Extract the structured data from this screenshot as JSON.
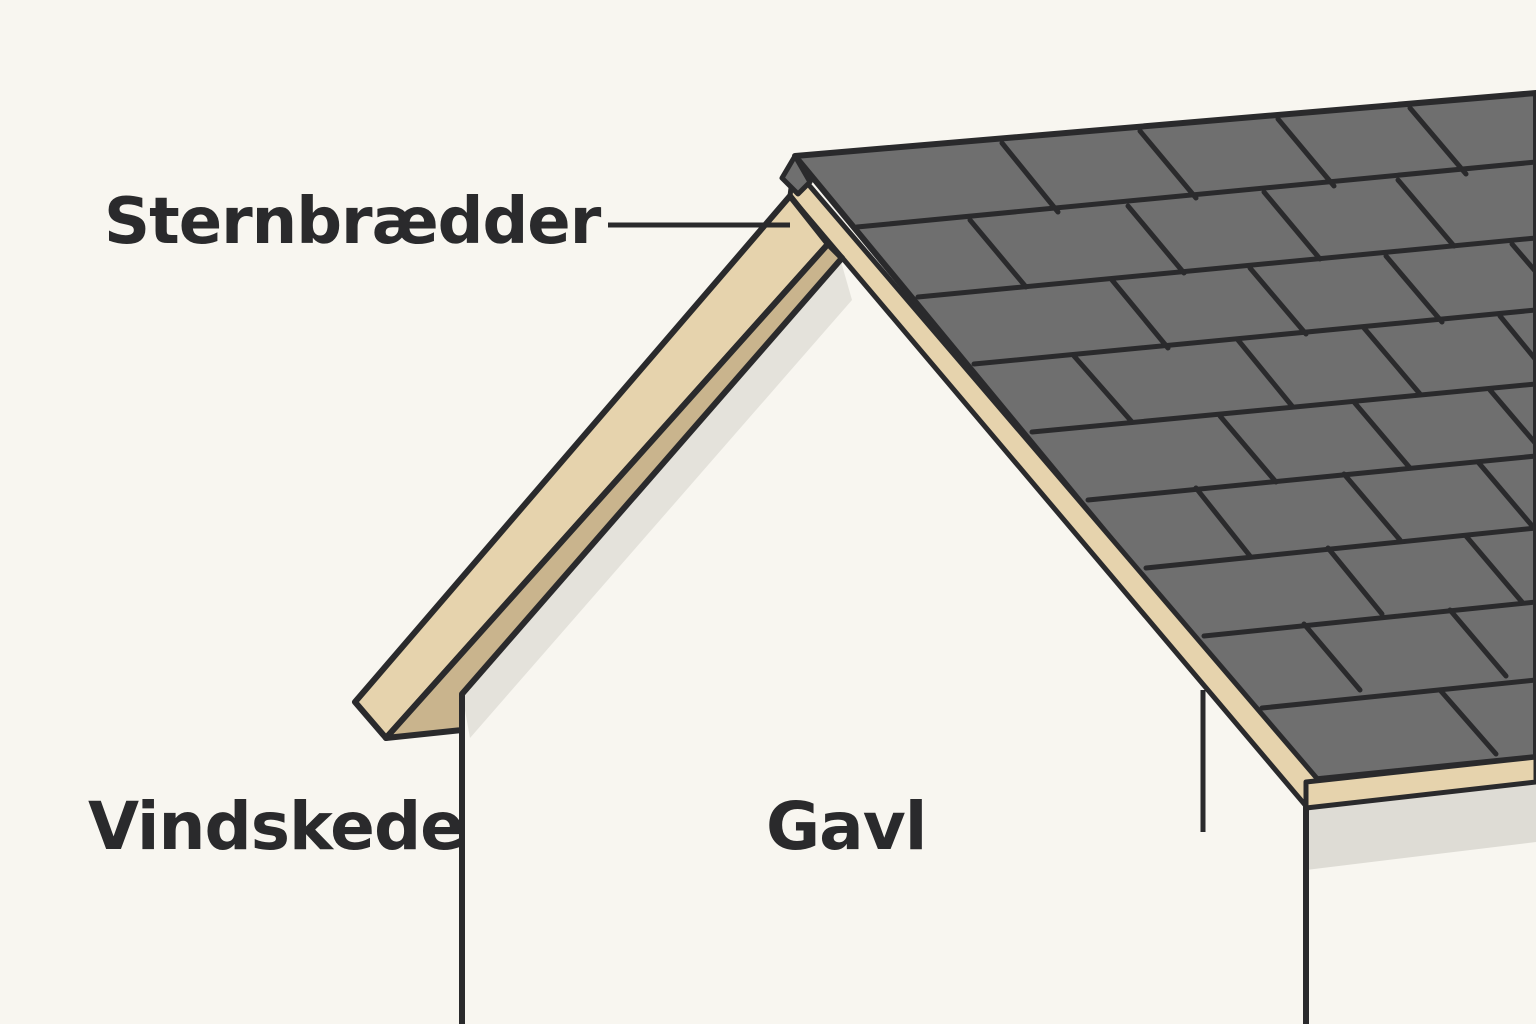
{
  "labels": {
    "sternbraedder": "Sternbrædder",
    "vindskede": "Vindskede",
    "gavl": "Gavl"
  },
  "colors": {
    "background": "#f8f6f0",
    "wall": "#f8f6f0",
    "shadow": "#dedcd5",
    "roof_tiles": "#6f6f6f",
    "wood_light": "#e6d3ad",
    "wood_dark": "#c9b48d",
    "outline": "#2a2a2c"
  }
}
